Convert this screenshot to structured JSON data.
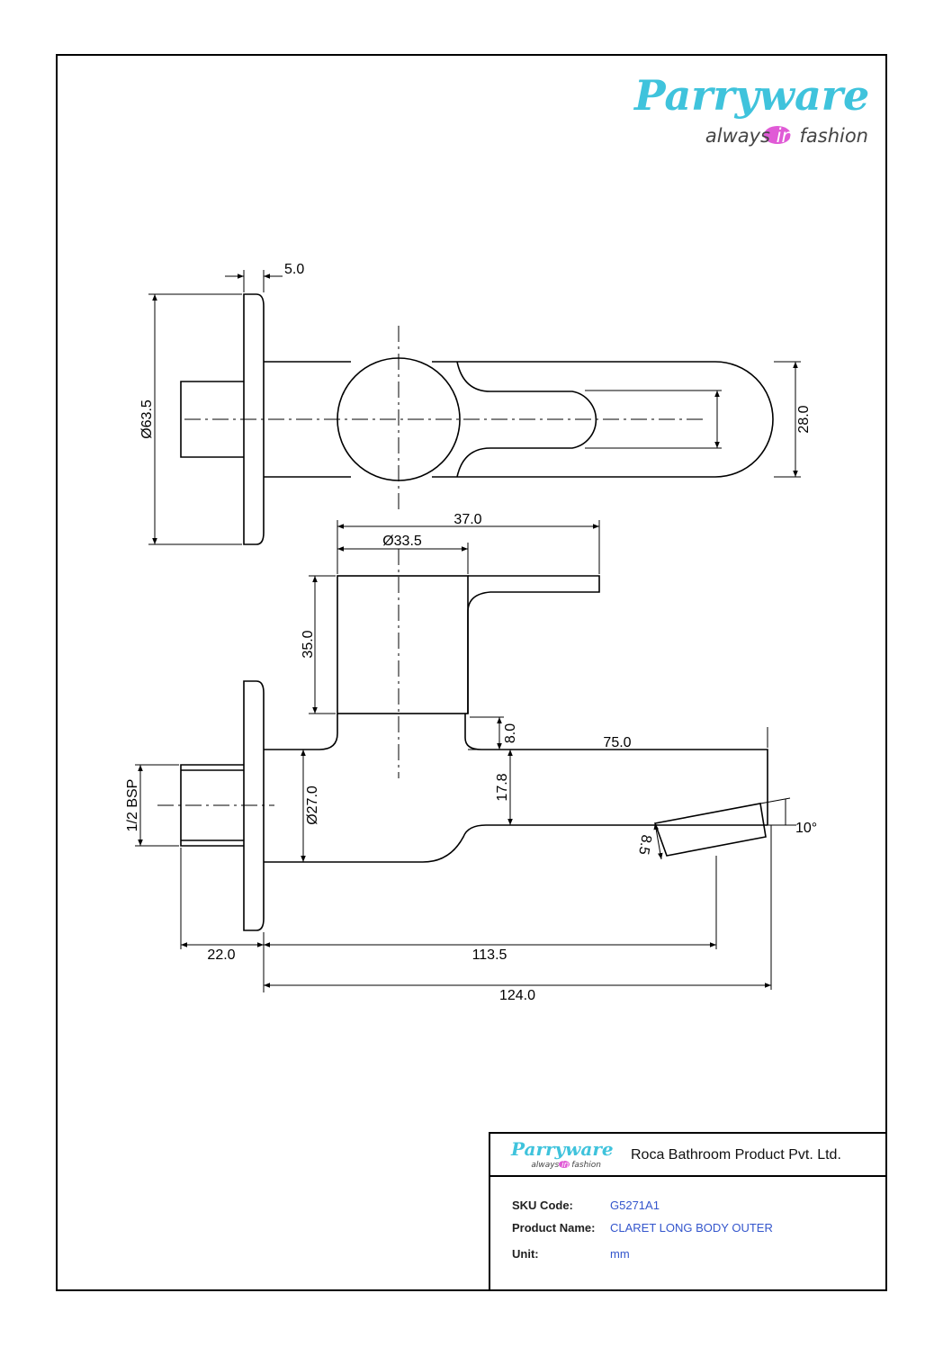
{
  "brand": {
    "name": "Parryware",
    "tagline_before": "always ",
    "tagline_highlight": "in",
    "tagline_after": " fashion",
    "brand_color": "#3fc3dc",
    "highlight_color": "#e05ad6"
  },
  "title_block": {
    "company": "Roca Bathroom Product Pvt. Ltd.",
    "sku_label": "SKU Code:",
    "sku_value": "G5271A1",
    "product_label": "Product Name:",
    "product_value": "CLARET LONG BODY OUTER",
    "unit_label": "Unit:",
    "unit_value": "mm",
    "value_color": "#3355cc"
  },
  "dimensions": {
    "flange_thickness": "5.0",
    "flange_diameter": "Ø63.5",
    "spout_width": "28.0",
    "handle_length": "37.0",
    "handle_diameter": "Ø33.5",
    "handle_height": "35.0",
    "body_gap": "8.0",
    "spout_length": "75.0",
    "thread": "1/2 BSP",
    "body_diameter": "Ø27.0",
    "spout_height": "17.8",
    "outlet_height": "8.5",
    "outlet_angle": "10°",
    "thread_length": "22.0",
    "outlet_position": "113.5",
    "overall_length": "124.0"
  }
}
